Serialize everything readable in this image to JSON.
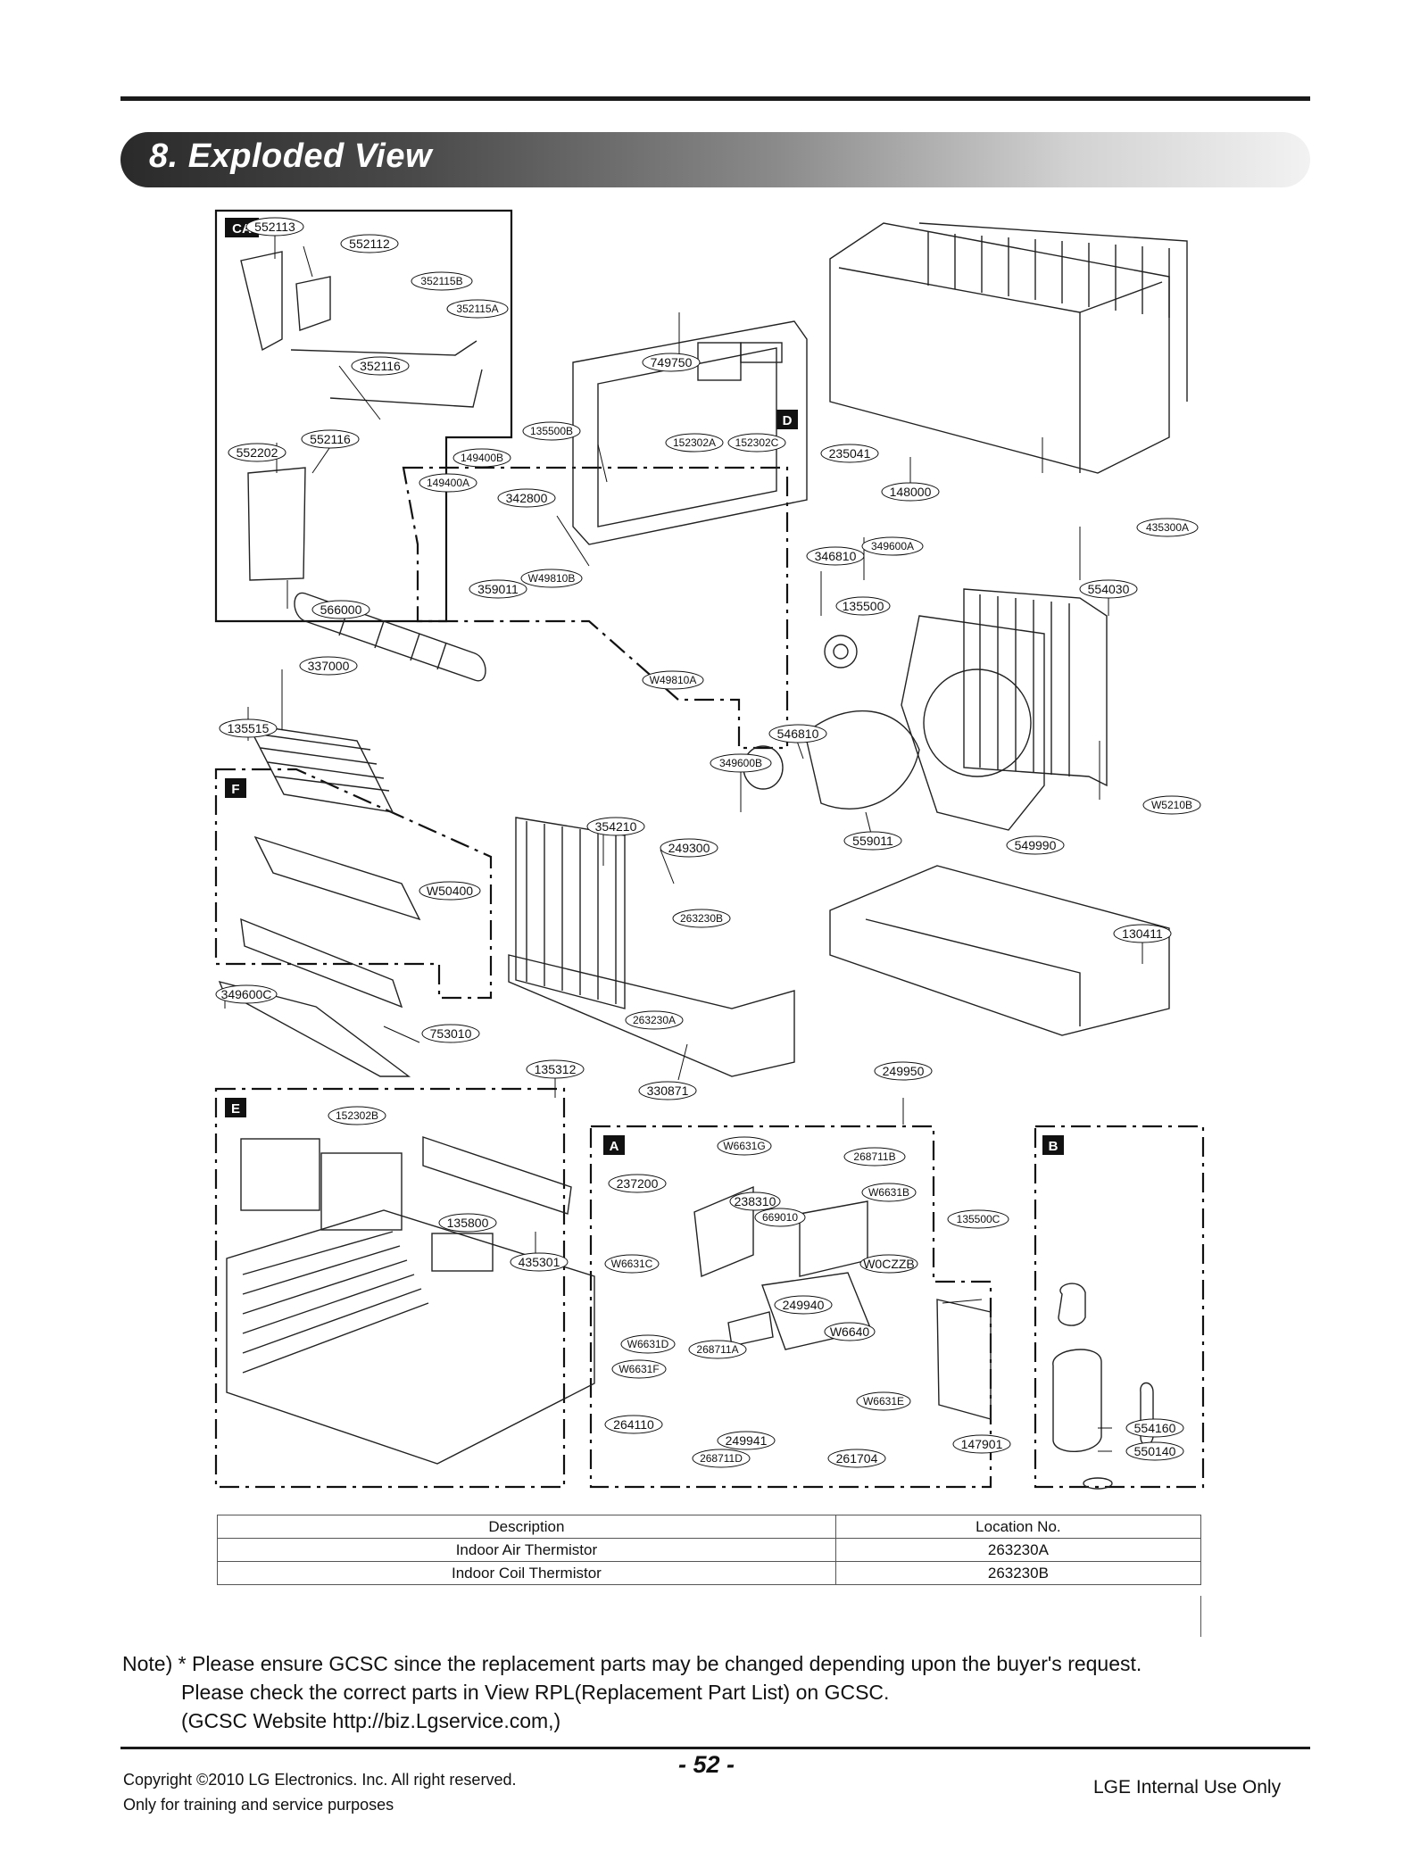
{
  "section": {
    "title": "8. Exploded View"
  },
  "diagram": {
    "callout_letters": [
      "CA",
      "D",
      "F",
      "E",
      "A",
      "B"
    ],
    "part_labels": [
      "552113",
      "552112",
      "352115B",
      "352115A",
      "352116",
      "552116",
      "552202",
      "566000",
      "135500B",
      "149400B",
      "149400A",
      "342800",
      "W49810B",
      "359011",
      "W49810A",
      "749750",
      "152302A",
      "152302C",
      "235041",
      "148000",
      "435300A",
      "346810",
      "349600A",
      "135500",
      "554030",
      "337000",
      "135515",
      "546810",
      "349600B",
      "W5210B",
      "354210",
      "249300",
      "559011",
      "549990",
      "W50400",
      "263230B",
      "130411",
      "349600C",
      "263230A",
      "753010",
      "135312",
      "330871",
      "249950",
      "152302B",
      "135800",
      "435301",
      "W6631G",
      "268711B",
      "237200",
      "238310",
      "W6631B",
      "669010",
      "135500C",
      "W6631C",
      "W0CZZB",
      "249940",
      "W6640",
      "W6631D",
      "268711A",
      "W6631F",
      "W6631E",
      "264110",
      "249941",
      "268711D",
      "261704",
      "147901",
      "554160",
      "550140"
    ]
  },
  "thermistor_table": {
    "headers": [
      "Description",
      "Location No."
    ],
    "rows": [
      [
        "Indoor Air Thermistor",
        "263230A"
      ],
      [
        "Indoor Coil Thermistor",
        "263230B"
      ]
    ]
  },
  "note": {
    "line1": "Note) * Please ensure GCSC since the replacement parts may be changed depending upon the buyer's request.",
    "line2": "Please check  the correct parts in View RPL(Replacement Part List) on GCSC.",
    "line3": "(GCSC Website  http://biz.Lgservice.com,)"
  },
  "footer": {
    "copyright_line1": "Copyright ©2010 LG Electronics. Inc. All right reserved.",
    "copyright_line2": "Only for training and service purposes",
    "page_number": "- 52 -",
    "internal_use": "LGE Internal Use Only"
  }
}
